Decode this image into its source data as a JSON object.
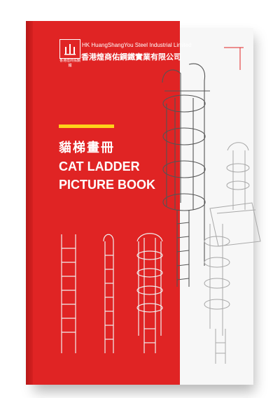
{
  "company": {
    "logo_caption": "香港煌商佑鋼鐵",
    "name_en": "HK HuangShangYou Steel Industrial Limited",
    "name_zh": "香港煌商佑鋼鐵實業有限公司"
  },
  "title": {
    "zh": "貓梯畫冊",
    "en_line1": "CAT LADDER",
    "en_line2": "PICTURE BOOK"
  },
  "colors": {
    "cover_red": "#e02424",
    "accent_yellow": "#ffd21a",
    "page_white": "#f7f7f7"
  }
}
